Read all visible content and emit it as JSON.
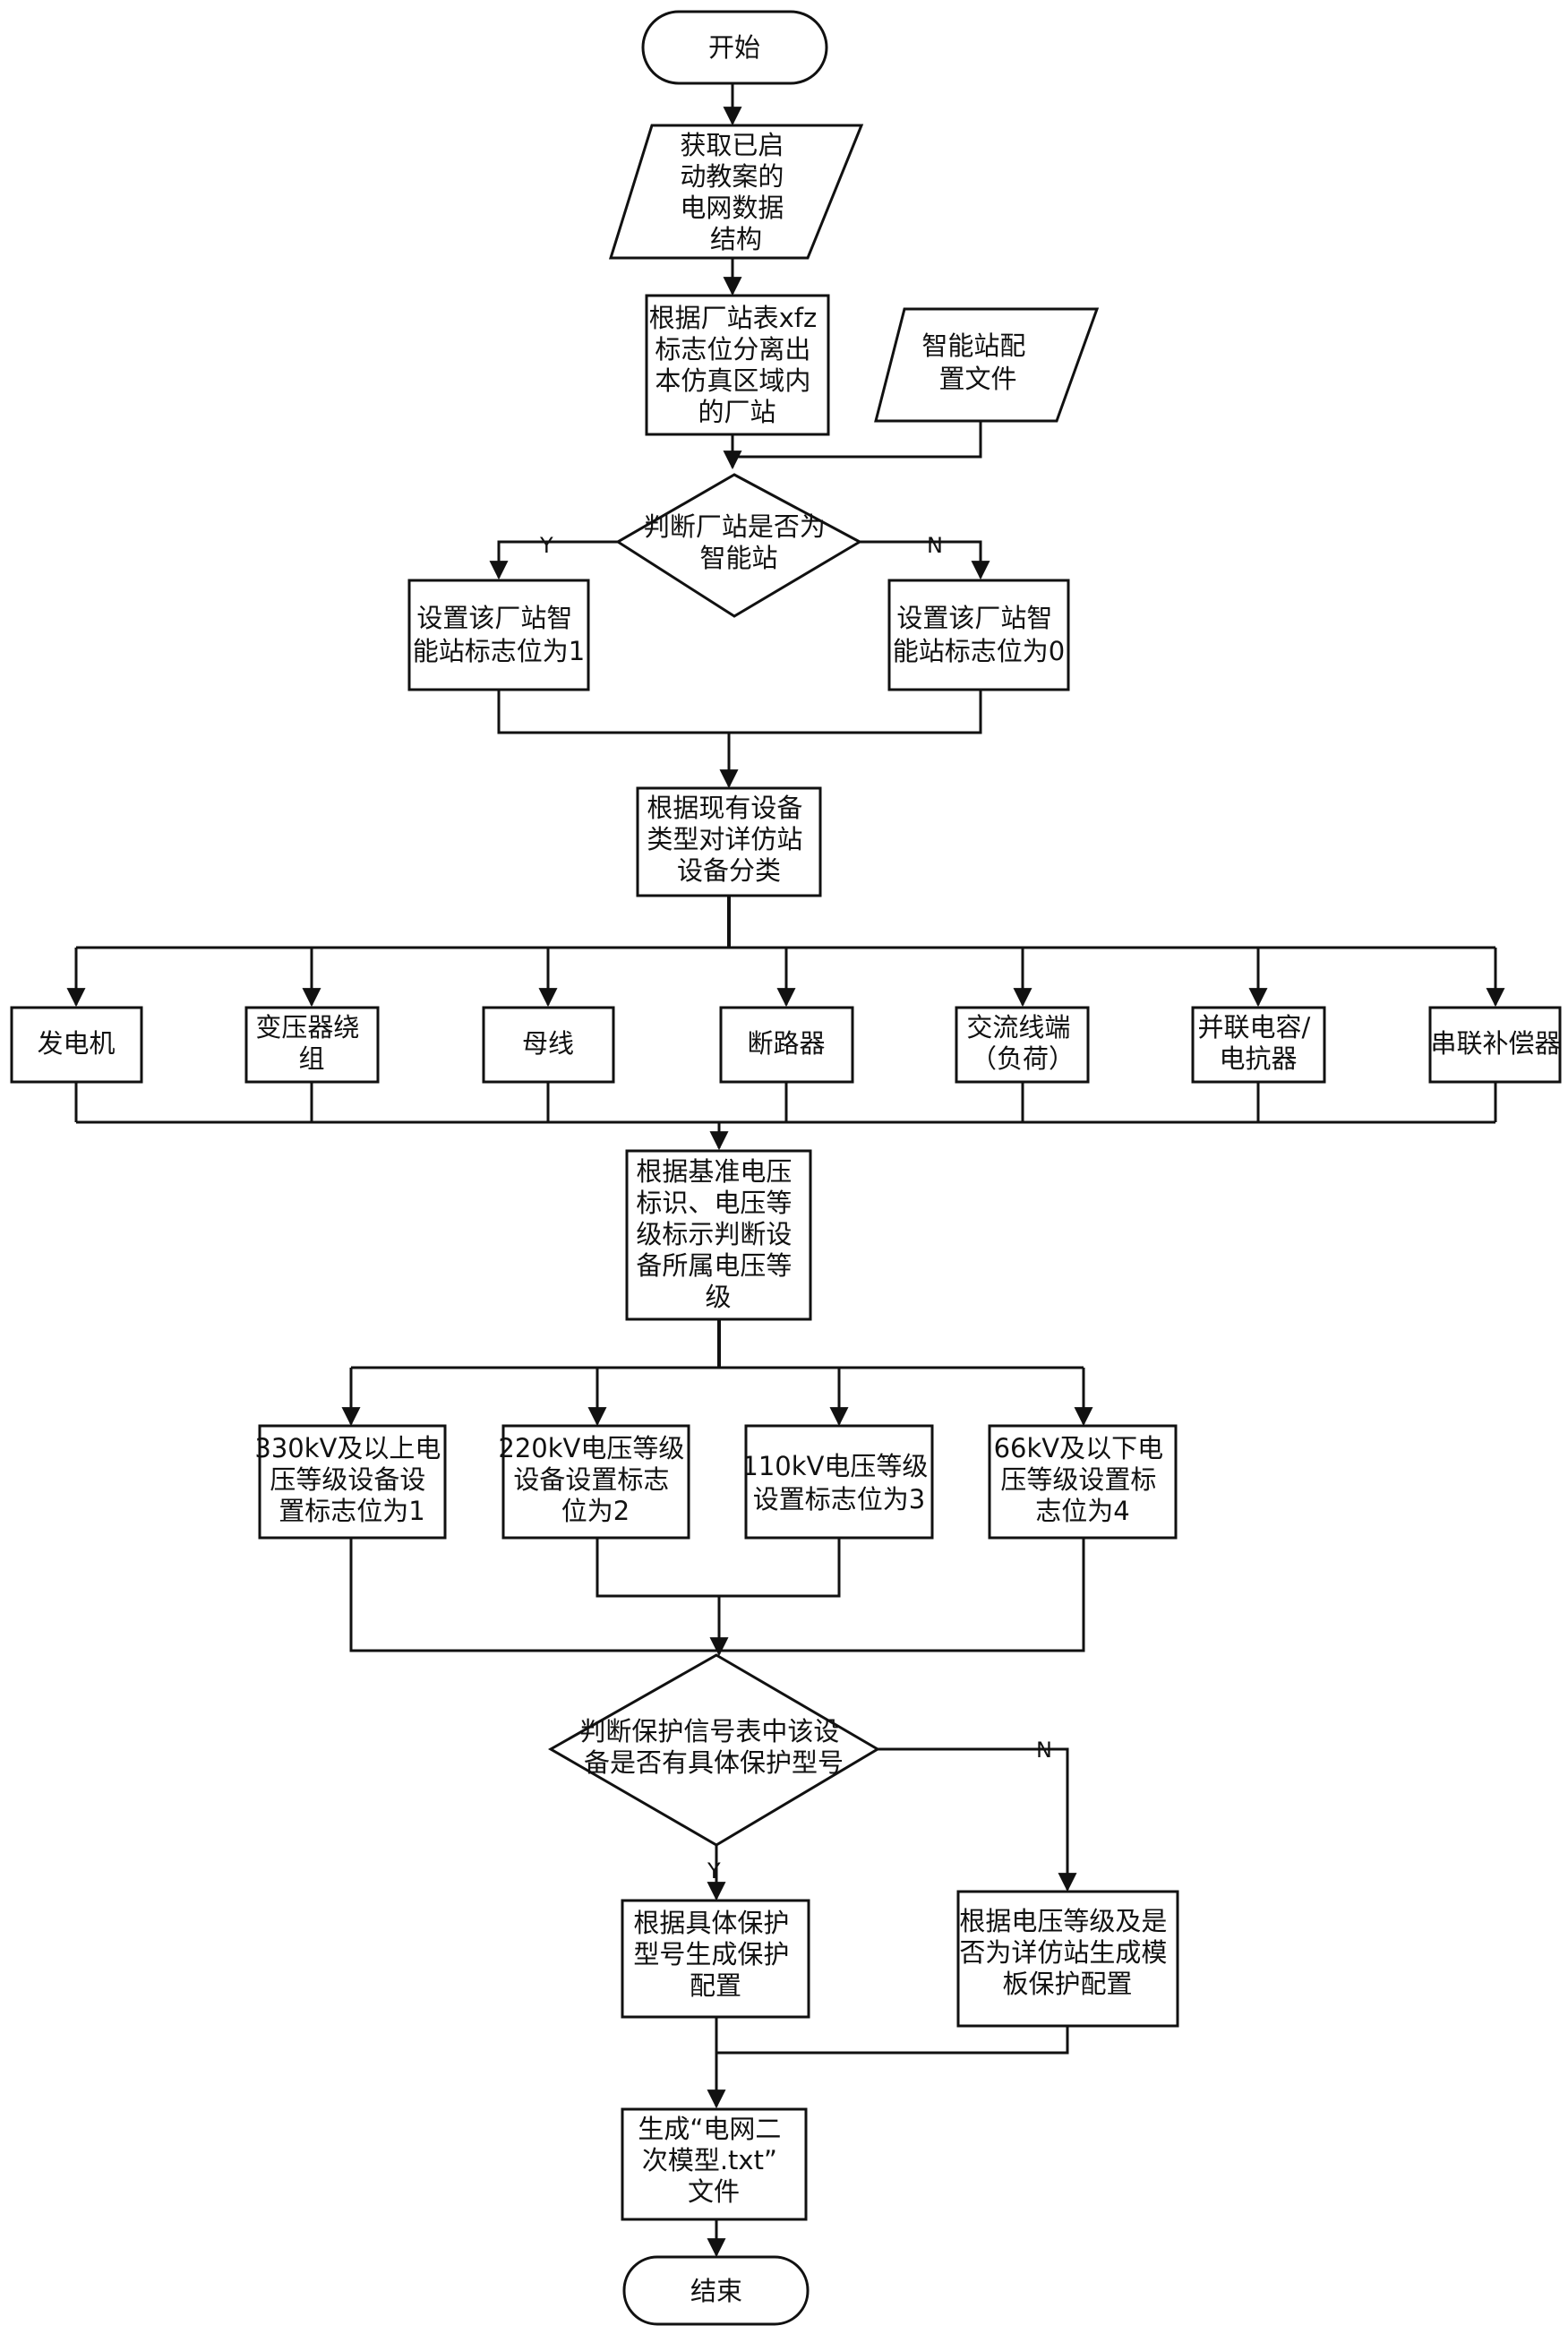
{
  "colors": {
    "line": "#111111",
    "fill": "#ffffff",
    "text": "#111111"
  },
  "nodes": {
    "start": "开始",
    "get_data": [
      "获取已启",
      "动教案的",
      "电网数据",
      "结构"
    ],
    "separate": [
      "根据厂站表xfz",
      "标志位分离出",
      "本仿真区域内",
      "的厂站"
    ],
    "config_file": [
      "智能站配",
      "置文件"
    ],
    "is_smart": [
      "判断厂站是否为",
      "智能站"
    ],
    "set_flag_1": [
      "设置该厂站智",
      "能站标志位为1"
    ],
    "set_flag_0": [
      "设置该厂站智",
      "能站标志位为0"
    ],
    "classify": [
      "根据现有设备",
      "类型对详仿站",
      "设备分类"
    ],
    "device_types": [
      [
        "发电机"
      ],
      [
        "变压器绕",
        "组"
      ],
      [
        "母线"
      ],
      [
        "断路器"
      ],
      [
        "交流线端",
        "（负荷）"
      ],
      [
        "并联电容/",
        "电抗器"
      ],
      [
        "串联补偿器"
      ]
    ],
    "voltage_judge": [
      "根据基准电压",
      "标识、电压等",
      "级标示判断设",
      "备所属电压等",
      "级"
    ],
    "voltage_levels": [
      [
        "330kV及以上电",
        "压等级设备设",
        "置标志位为1"
      ],
      [
        "220kV电压等级",
        "设备设置标志",
        "位为2"
      ],
      [
        "110kV电压等级",
        "设置标志位为3"
      ],
      [
        "66kV及以下电",
        "压等级设置标",
        "志位为4"
      ]
    ],
    "protect_judge": [
      "判断保护信号表中该设",
      "备是否有具体保护型号"
    ],
    "gen_specific": [
      "根据具体保护",
      "型号生成保护",
      "配置"
    ],
    "gen_template": [
      "根据电压等级及是",
      "否为详仿站生成模",
      "板保护配置"
    ],
    "gen_file": [
      "生成“电网二",
      "次模型.txt”",
      "文件"
    ],
    "end": "结束"
  },
  "edge_labels": {
    "smart_yes": "Y",
    "smart_no": "N",
    "protect_yes": "Y",
    "protect_no": "N"
  }
}
